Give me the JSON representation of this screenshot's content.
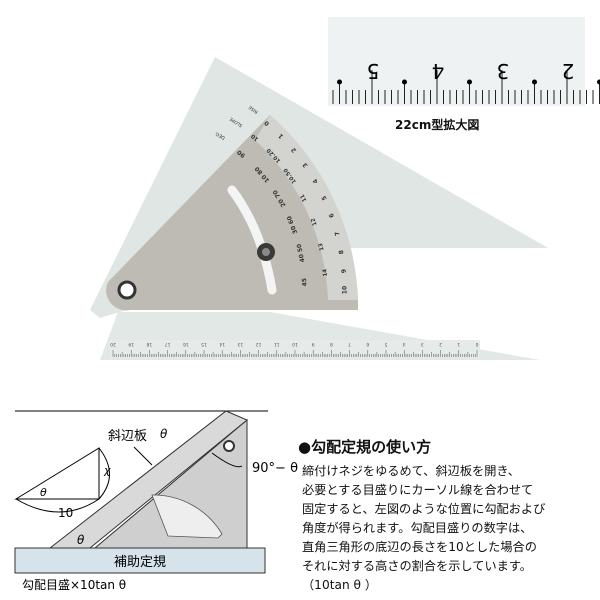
{
  "enlarged_ruler": {
    "numbers": [
      "5",
      "4",
      "3",
      "2"
    ],
    "caption": "22cm型拡大図"
  },
  "product_photo": {
    "arc_labels": {
      "rise": "RISE",
      "slope": "SLOPE",
      "degrees": "DEG.",
      "outer": [
        "0",
        "1",
        "2",
        "3",
        "4",
        "5",
        "6",
        "7",
        "8",
        "9",
        "10"
      ],
      "middle": [
        "10",
        "10.20",
        "10.50",
        "11",
        "12",
        "13",
        "14"
      ],
      "inner": [
        "90",
        "10 80",
        "20 70",
        "30 60",
        "40 50",
        "45"
      ]
    },
    "bottom_scale": [
      "20",
      "19",
      "18",
      "17",
      "16",
      "15",
      "14",
      "13",
      "12",
      "11",
      "10",
      "9",
      "8",
      "7",
      "6",
      "5",
      "4",
      "3",
      "2",
      "1",
      "0"
    ]
  },
  "diagram": {
    "plate_label": "斜辺板",
    "theta": "θ",
    "complement_label": "90°− θ",
    "base_length": "10",
    "height_var": "χ",
    "base_ruler_label": "補助定規",
    "gradient_label": "勾配目盛×10tan θ"
  },
  "howto": {
    "title": "●勾配定規の使い方",
    "lines": [
      "締付けネジをゆるめて、斜辺板を開き、",
      "必要とする目盛りにカーソル線を合わせて",
      "固定すると、左図のような位置に勾配および",
      "角度が得られます。勾配目盛りの数字は、",
      "直角三角形の底辺の長さを10とした場合の",
      "それに対する高さの割合を示しています。",
      "（10tan θ ）"
    ]
  },
  "colors": {
    "acrylic": "#dfe6e4",
    "metal": "#b9b7b0",
    "ruler_bg": "#eef2f3",
    "base_ruler": "#d6e3ea",
    "diagram_gray": "#cfcfcf"
  }
}
